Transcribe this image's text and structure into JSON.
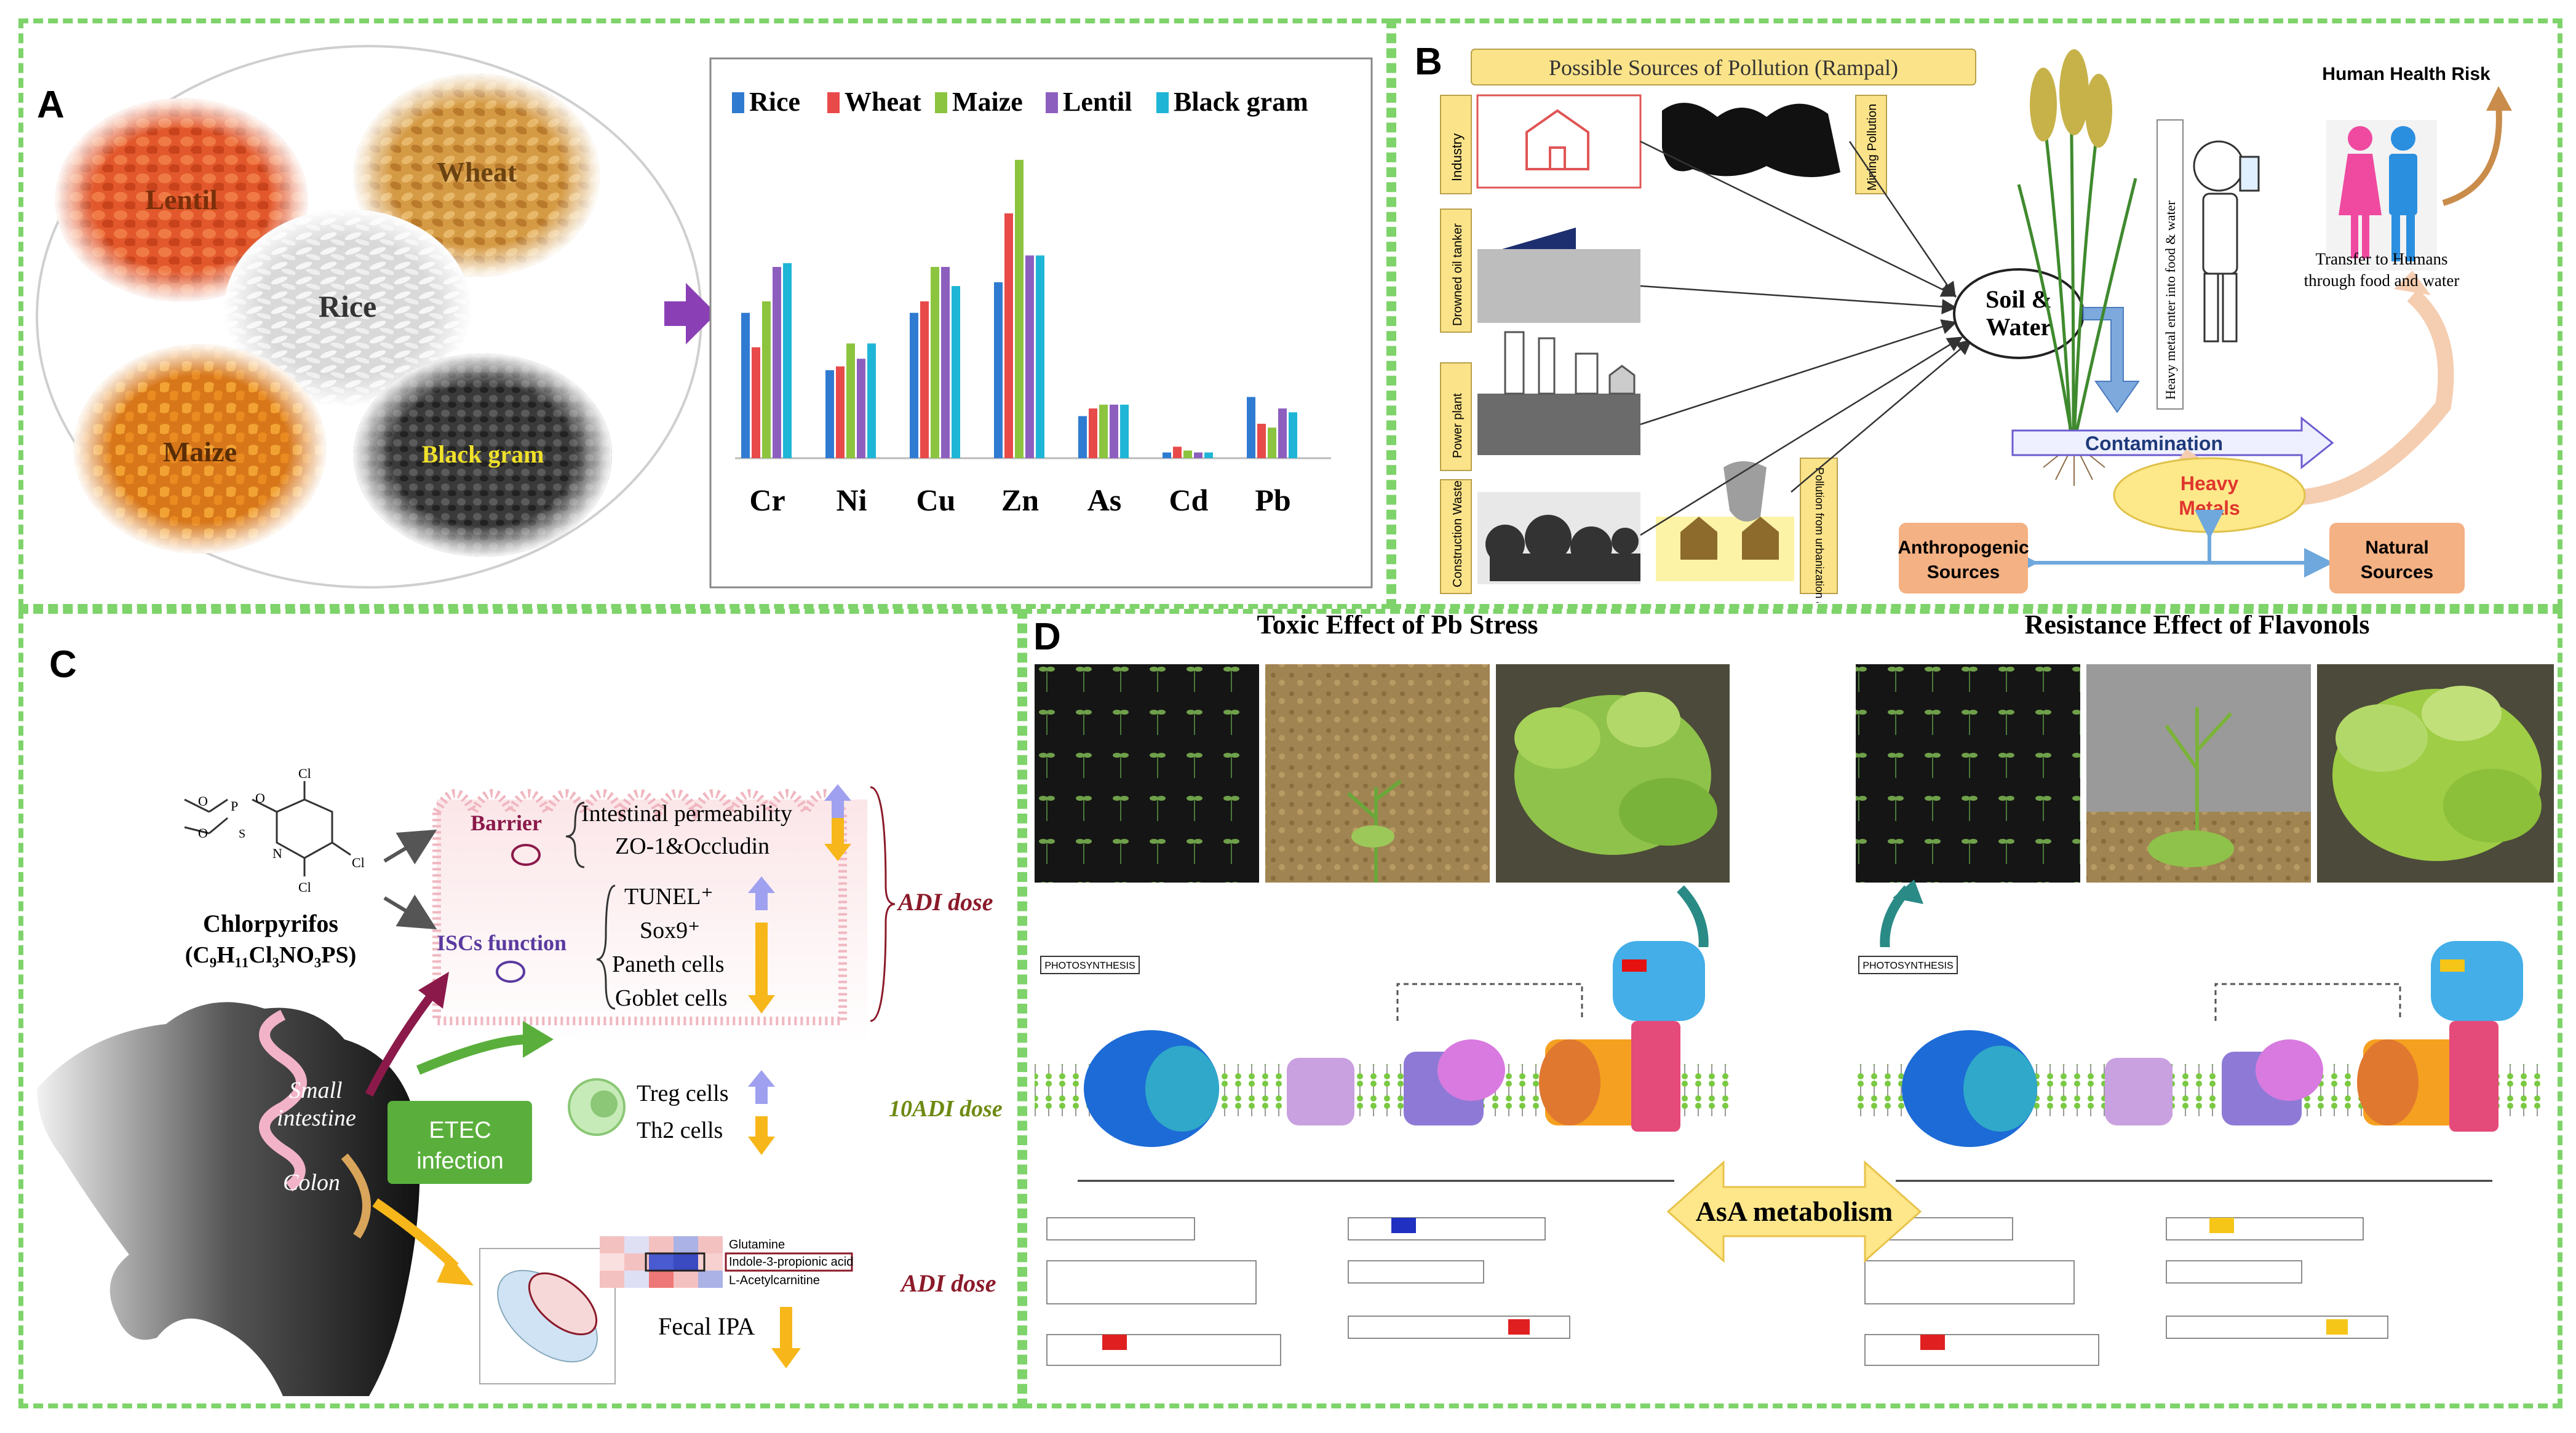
{
  "panels": {
    "a": "A",
    "b": "B",
    "c": "C",
    "d": "D"
  },
  "panel_a": {
    "grain_labels": [
      "Lentil",
      "Wheat",
      "Rice",
      "Maize",
      "Black gram"
    ],
    "chart_data": {
      "type": "bar",
      "categories": [
        "Cr",
        "Ni",
        "Cu",
        "Zn",
        "As",
        "Cd",
        "Pb"
      ],
      "series": [
        {
          "name": "Rice",
          "color": "#2f7bd1",
          "values": [
            38,
            23,
            38,
            46,
            11,
            1.5,
            16
          ]
        },
        {
          "name": "Wheat",
          "color": "#e84a4a",
          "values": [
            29,
            24,
            41,
            64,
            13,
            3,
            9
          ]
        },
        {
          "name": "Maize",
          "color": "#8cc43f",
          "values": [
            41,
            30,
            50,
            78,
            14,
            2,
            8
          ]
        },
        {
          "name": "Lentil",
          "color": "#8c5fbf",
          "values": [
            50,
            26,
            50,
            53,
            14,
            1.5,
            13
          ]
        },
        {
          "name": "Black gram",
          "color": "#1fb5d6",
          "values": [
            51,
            30,
            45,
            53,
            14,
            1.5,
            12
          ]
        }
      ],
      "ylim": [
        0,
        82
      ]
    }
  },
  "panel_b": {
    "banner": "Possible Sources of Pollution (Rampal)",
    "sources": [
      "Industry",
      "Mining Pollution",
      "Drowned oil tanker",
      "Power plant",
      "Construction Waste",
      "Pollution from urbanization and welding"
    ],
    "hub_line1": "Soil &",
    "hub_line2": "Water",
    "vertical_note": "Heavy metal enter into food & water",
    "health_risk": "Human Health Risk",
    "transfer_line1": "Transfer    to    Humans",
    "transfer_line2": "through food and water",
    "contamination": "Contamination",
    "heavy_metals_line1": "Heavy",
    "heavy_metals_line2": "Metals",
    "anthropogenic_line1": "Anthropogenic",
    "anthropogenic_line2": "Sources",
    "natural_line1": "Natural",
    "natural_line2": "Sources"
  },
  "panel_c": {
    "chemical_name": "Chlorpyrifos",
    "formula": "(C₉H₁₁Cl₃NO₃PS)",
    "barrier": "Barrier",
    "isc": "ISCs function",
    "permeability": "Intestinal permeability",
    "zo1": "ZO-1&Occludin",
    "tunel": "TUNEL⁺",
    "sox9": "Sox9⁺",
    "paneth": "Paneth cells",
    "goblet": "Goblet cells",
    "adi_dose_1": "ADI dose",
    "treg": "Treg cells",
    "th2": "Th2 cells",
    "adi10_dose": "10ADI dose",
    "small_intestine_1": "Small",
    "small_intestine_2": "intestine",
    "colon": "Colon",
    "etec_1": "ETEC",
    "etec_2": "infection",
    "metabolites": [
      "Glutamine",
      "Indole-3-propionic acid",
      "L-Acetylcarnitine"
    ],
    "fecal_ipa": "Fecal IPA",
    "adi_dose_2": "ADI dose",
    "atom_cl": "Cl",
    "atom_o": "O",
    "atom_p": "P",
    "atom_s": "S",
    "atom_n": "N"
  },
  "panel_d": {
    "title_left": "Toxic Effect of Pb Stress",
    "title_right": "Resistance Effect of Flavonols",
    "asa": "AsA metabolism",
    "pathway_box": "PHOTOSYNTHESIS"
  }
}
